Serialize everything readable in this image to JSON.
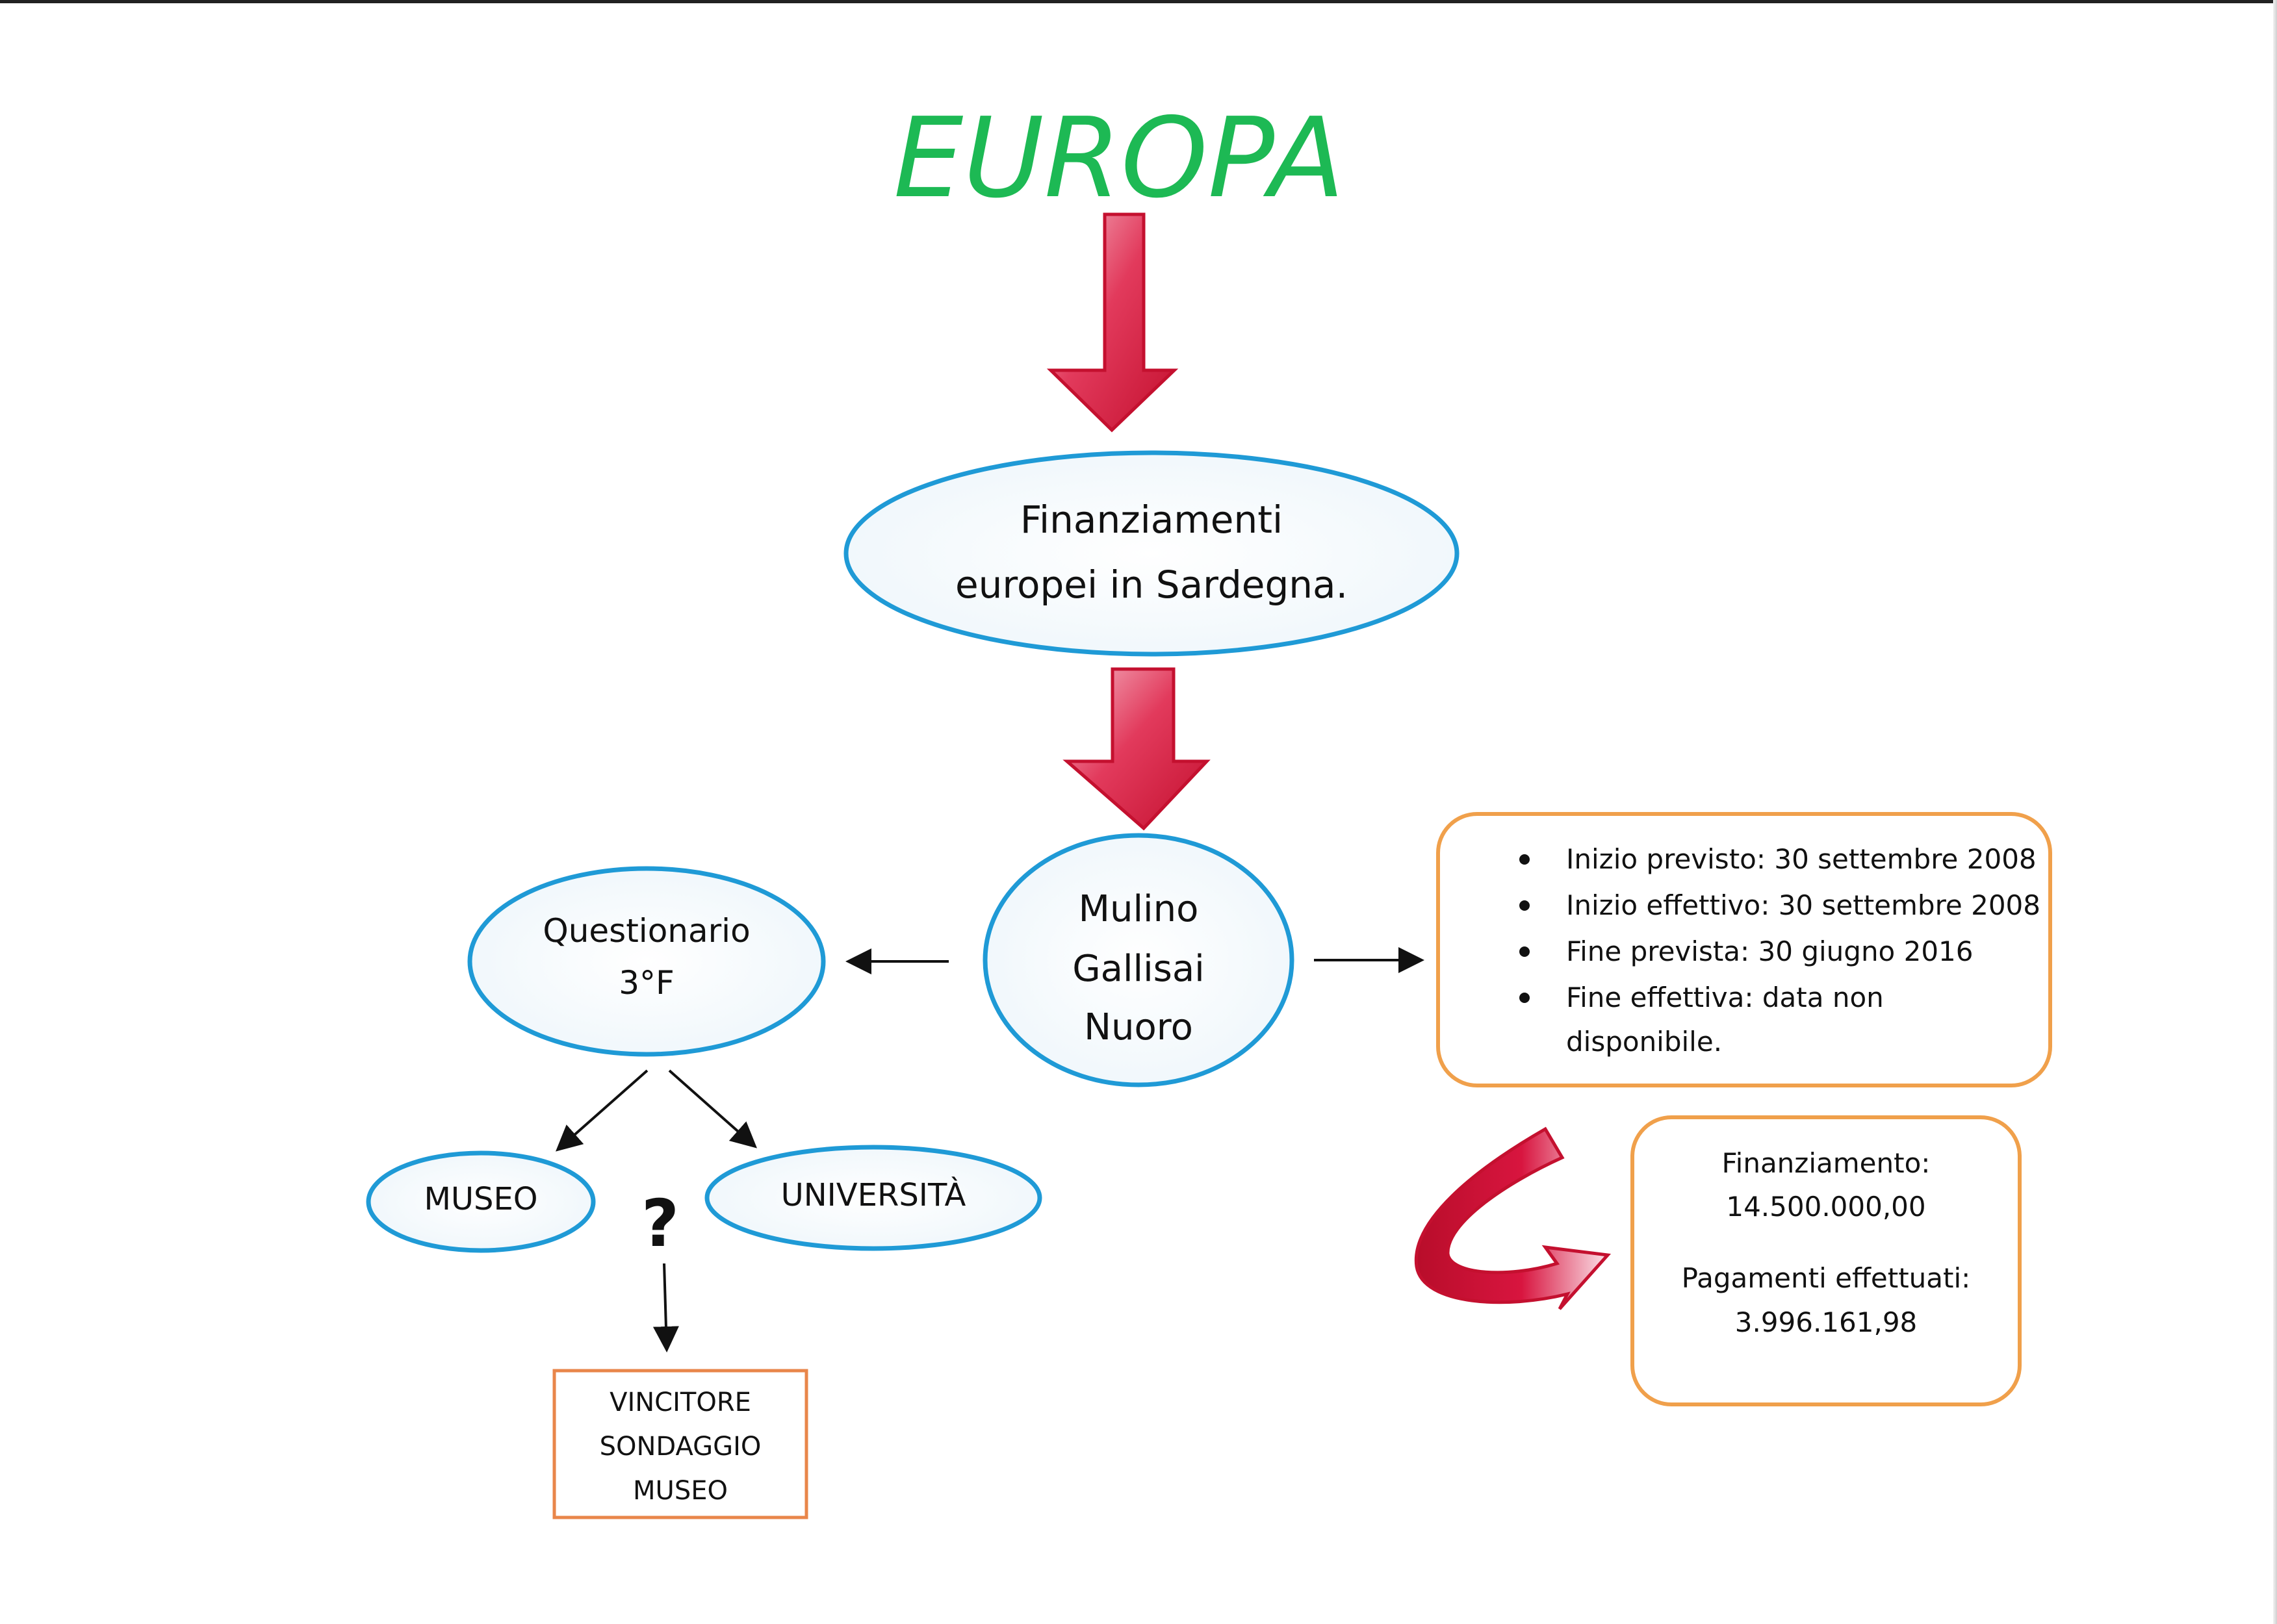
{
  "title": "EUROPA",
  "main_node": {
    "lines": [
      "Finanziamenti",
      "europei in Sardegna."
    ]
  },
  "project_node": {
    "lines": [
      "Mulino",
      "Gallisai",
      "Nuoro"
    ]
  },
  "survey_node": {
    "lines": [
      "Questionario",
      "3°F"
    ]
  },
  "option_museum": "MUSEO",
  "option_university": "UNIVERSITÀ",
  "question_mark": "?",
  "winner_box": {
    "lines": [
      "VINCITORE",
      "SONDAGGIO",
      "MUSEO"
    ]
  },
  "dates_box": {
    "items": [
      "Inizio previsto: 30 settembre 2008",
      "Inizio effettivo: 30 settembre 2008",
      "Fine prevista: 30 giugno 2016",
      "Fine effettiva: data non"
    ],
    "continuation": "disponibile."
  },
  "funding_box": {
    "funding_label": "Finanziamento:",
    "funding_value": "14.500.000,00",
    "payments_label": "Pagamenti effettuati:",
    "payments_value": "3.996.161,98"
  },
  "colors": {
    "title_green": "#1db954",
    "ellipse_blue": "#1f9ad6",
    "box_orange": "#f0a04b",
    "arrow_red": "#d8153f",
    "winner_border": "#e9864a"
  }
}
